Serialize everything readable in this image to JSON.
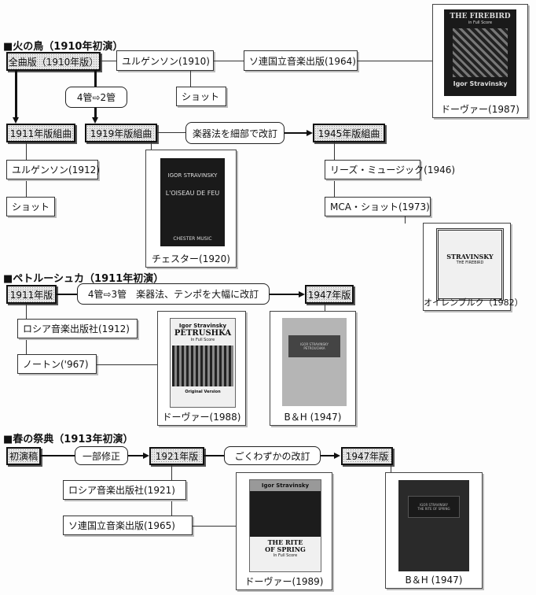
{
  "firebird": {
    "heading": "■火の鳥（1910年初演）",
    "full_edition": "全曲版（1910年版）",
    "jurgenson_1910": "ユルゲンソン(1910)",
    "soviet_1964": "ソ連国立音楽出版(1964)",
    "schott_1": "ショット",
    "reduction_note": "4管⇨2管",
    "suite_1911": "1911年版組曲",
    "suite_1919": "1919年版組曲",
    "revision_note": "楽器法を細部で改訂",
    "suite_1945": "1945年版組曲",
    "jurgenson_1912": "ユルゲンソン(1912)",
    "schott_2": "ショット",
    "leeds_1946": "リーズ・ミュージック(1946)",
    "mca_1973": "MCA・ショット(1973)",
    "dover_caption": "ドーヴァー(1987)",
    "dover_cover": {
      "title": "THE FIREBIRD",
      "sub": "in Full Score",
      "author": "Igor Stravinsky"
    },
    "chester_caption": "チェスター(1920)",
    "chester_cover": {
      "author": "IGOR STRAVINSKY",
      "title": "L'OISEAU DE FEU",
      "publisher": "CHESTER MUSIC"
    },
    "eulenburg_caption": "オイレンブルク（1982）",
    "eulenburg_cover": {
      "title": "STRAVINSKY",
      "sub": "THE FIREBIRD"
    }
  },
  "petrushka": {
    "heading": "■ペトルーシュカ（1911年初演）",
    "ed_1911": "1911年版",
    "revision_note": "4管⇨3管　楽器法、テンポを大幅に改訂",
    "ed_1947": "1947年版",
    "russian_1912": "ロシア音楽出版社(1912)",
    "norton_1967": "ノートン('967)",
    "dover_caption": "ドーヴァー(1988)",
    "dover_cover": {
      "author": "Igor Stravinsky",
      "title": "PETRUSHKA",
      "sub": "In Full Score",
      "foot": "Original Version"
    },
    "bh_caption": "B＆H (1947)",
    "bh_cover": {
      "author": "IGOR STRAVINSKY",
      "title": "PETROUCHKA"
    }
  },
  "rite": {
    "heading": "■春の祭典（1913年初演）",
    "premiere": "初演稿",
    "partial_note": "一部修正",
    "ed_1921": "1921年版",
    "minor_note": "ごくわずかの改訂",
    "ed_1947": "1947年版",
    "russian_1921": "ロシア音楽出版社(1921)",
    "soviet_1965": "ソ連国立音楽出版(1965)",
    "dover_caption": "ドーヴァー(1989)",
    "dover_cover": {
      "author": "Igor Stravinsky",
      "title": "THE RITE OF SPRING",
      "sub": "In Full Score"
    },
    "bh_caption": "B＆H (1947)",
    "bh_cover": {
      "author": "IGOR STRAVINSKY",
      "title": "THE RITE OF SPRING"
    }
  }
}
